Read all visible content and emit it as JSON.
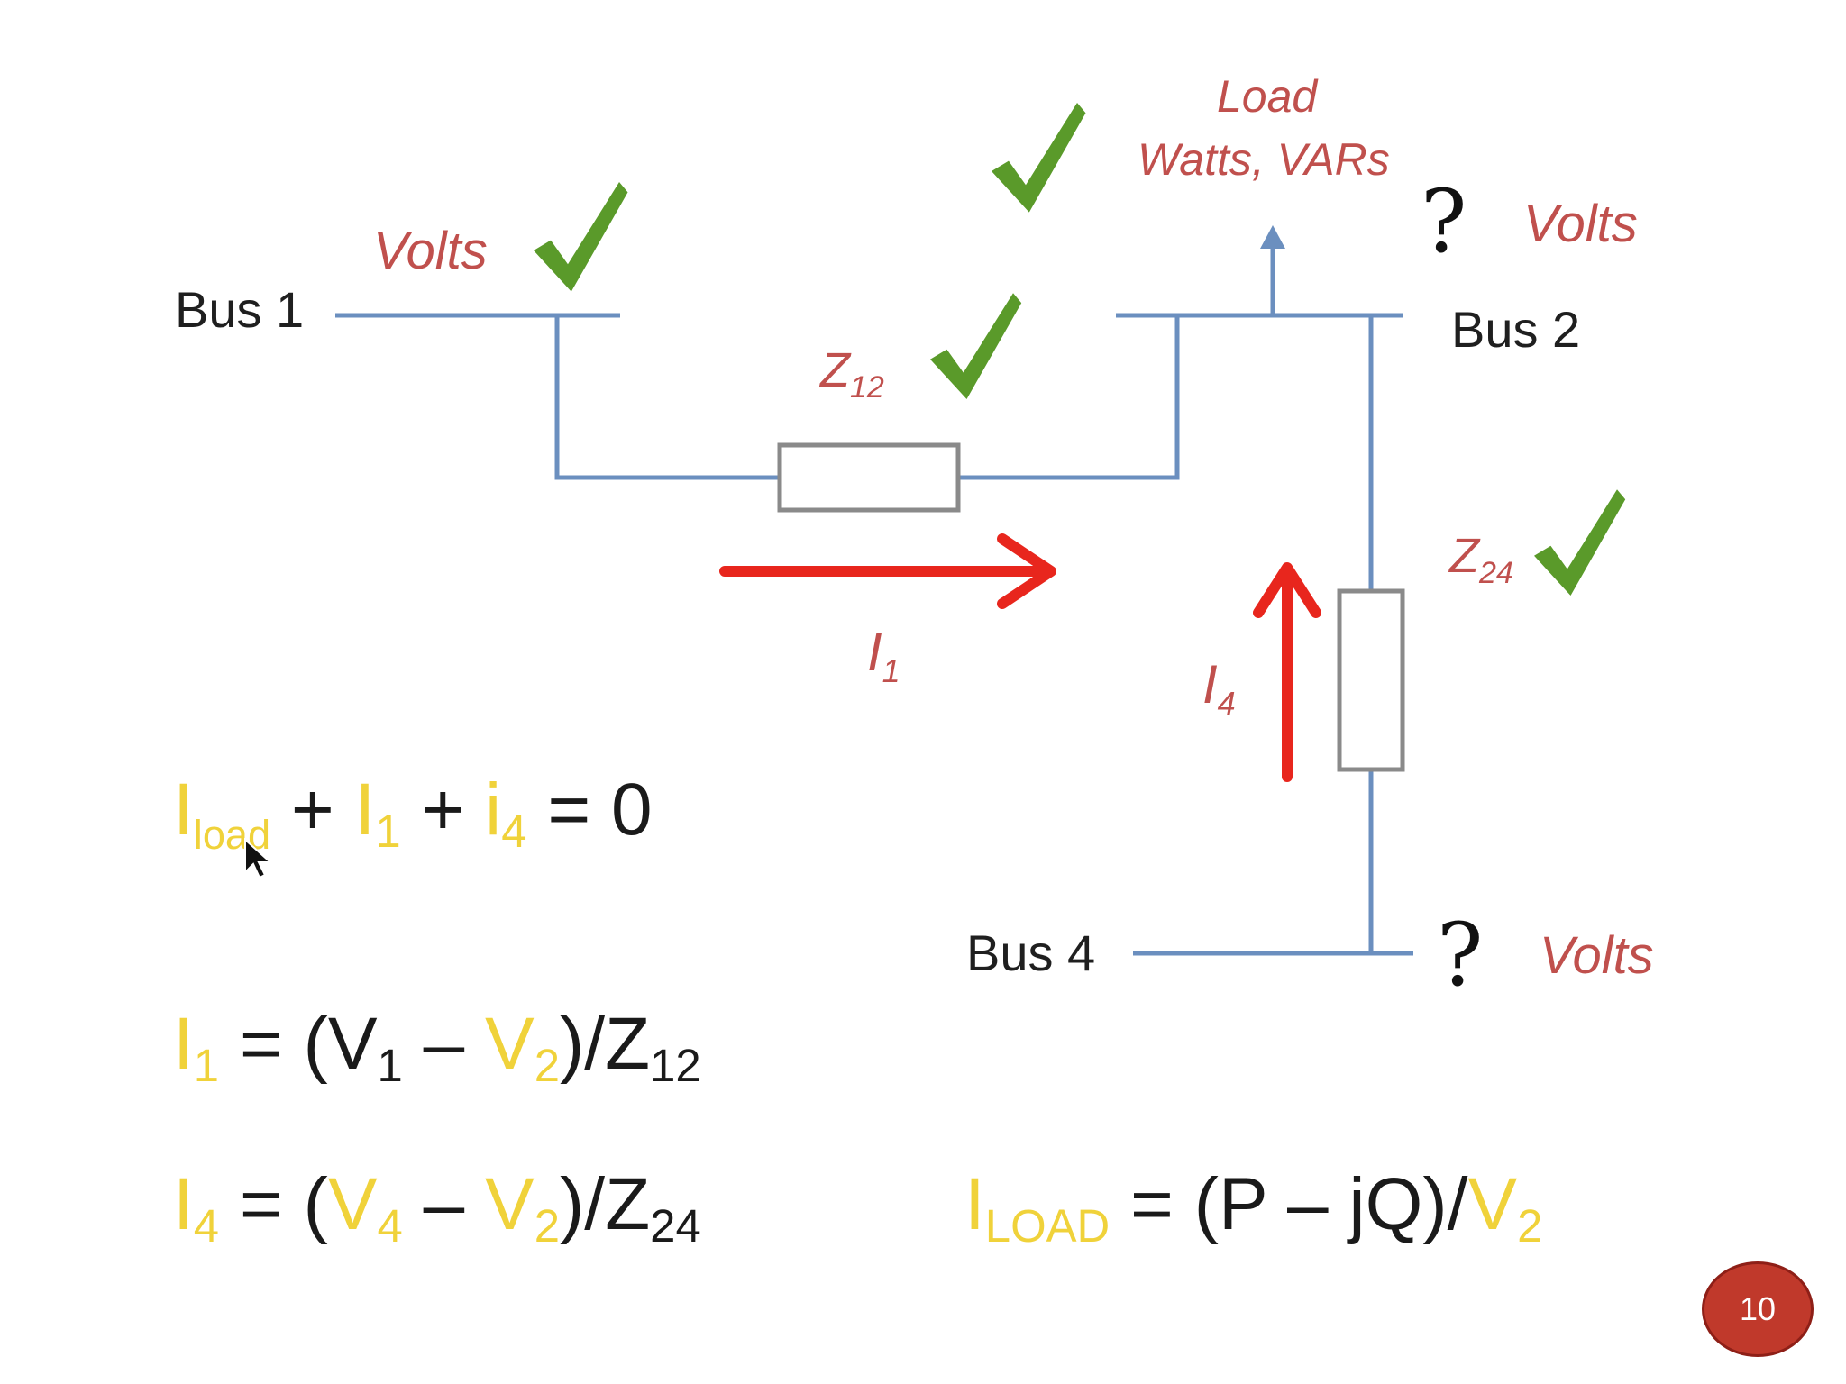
{
  "colors": {
    "line": "#6b8fbf",
    "check": "#5a9a2a",
    "current_arrow": "#e8261d",
    "label_red": "#c0504d",
    "equation_highlight": "#f0d23a",
    "badge": "#c0392b"
  },
  "diagram": {
    "buses": {
      "bus1": "Bus 1",
      "bus2": "Bus 2",
      "bus4": "Bus 4"
    },
    "labels": {
      "volts_bus1": "Volts",
      "volts_bus2": "Volts",
      "volts_bus4": "Volts",
      "load_line1": "Load",
      "load_line2": "Watts, VARs",
      "question_bus2": "?",
      "question_bus4": "?"
    },
    "impedances": {
      "z12": {
        "base": "Z",
        "sub": "12"
      },
      "z24": {
        "base": "Z",
        "sub": "24"
      }
    },
    "currents": {
      "i1": {
        "base": "I",
        "sub": "1"
      },
      "i4": {
        "base": "I",
        "sub": "4"
      }
    },
    "icons": [
      "check-icon",
      "arrow-icon",
      "resistor-icon",
      "cursor-icon"
    ]
  },
  "equations": {
    "kcl": {
      "t1": "I",
      "t1_sub": "load",
      "plus1": " + ",
      "t2": "I",
      "t2_sub": "1",
      "plus2": " + ",
      "t3": "i",
      "t3_sub": "4",
      "rhs": " = 0"
    },
    "i1": {
      "lhs": "I",
      "lhs_sub": "1",
      "eq": " = (V",
      "v1_sub": "1",
      "minus": " – ",
      "v2": "V",
      "v2_sub": "2",
      "close": ")/Z",
      "z_sub": "12"
    },
    "i4": {
      "lhs": "I",
      "lhs_sub": "4",
      "eq": " = (",
      "v4": "V",
      "v4_sub": "4",
      "minus": " – ",
      "v2": "V",
      "v2_sub": "2",
      "close": ")/Z",
      "z_sub": "24"
    },
    "iload": {
      "lhs": "I",
      "lhs_sub": "LOAD",
      "eq": " = (P – jQ)/",
      "v2": "V",
      "v2_sub": "2"
    }
  },
  "page_number": "10"
}
